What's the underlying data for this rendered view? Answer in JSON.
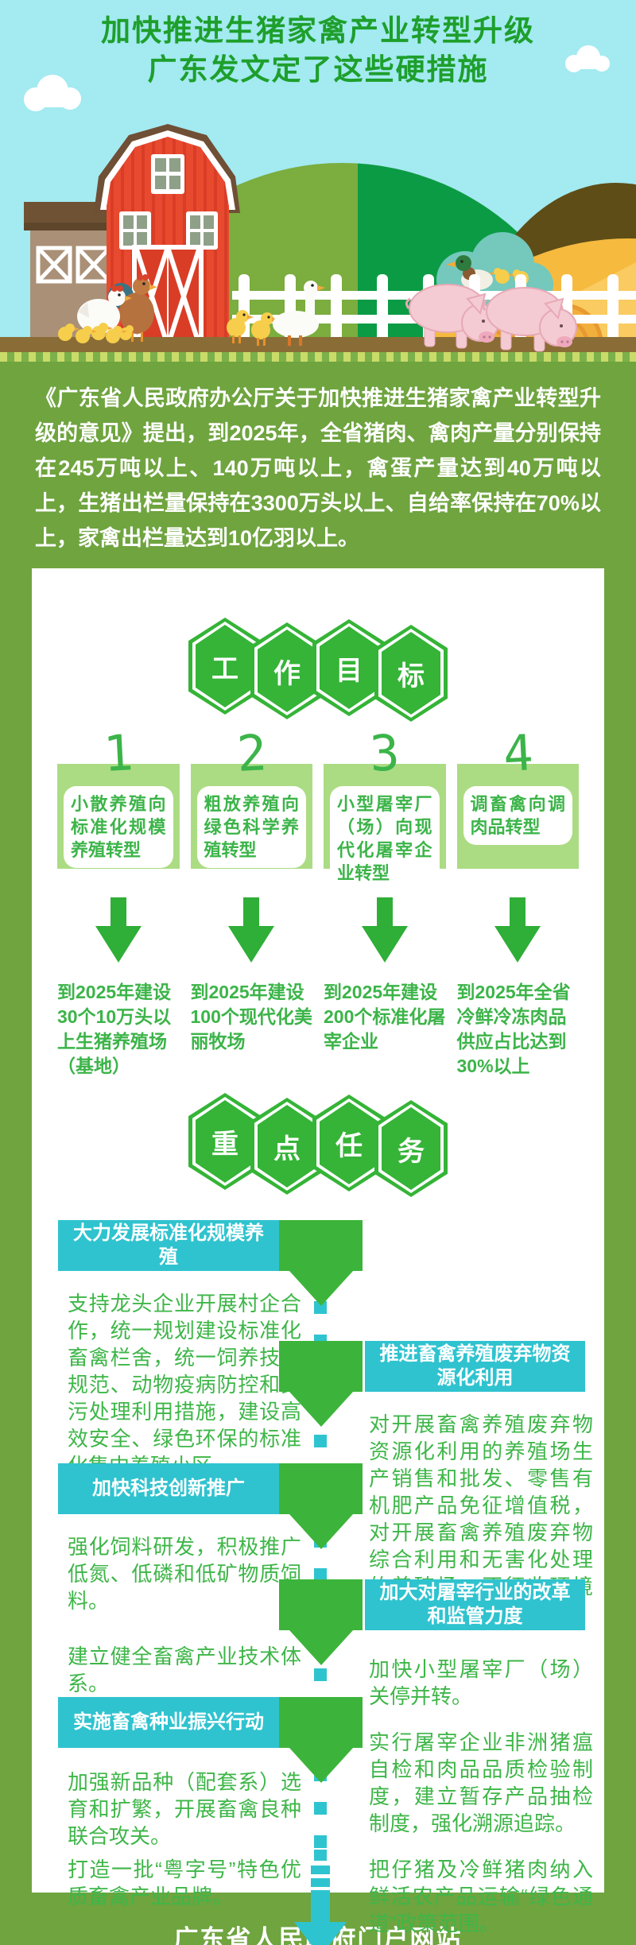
{
  "title": {
    "line1": "加快推进生猪家禽产业转型升级",
    "line2": "广东发文定了这些硬措施"
  },
  "intro": "《广东省人民政府办公厅关于加快推进生猪家禽产业转型升级的意见》提出，到2025年，全省猪肉、禽肉产量分别保持在245万吨以上、140万吨以上，禽蛋产量达到40万吨以上，生猪出栏量保持在3300万头以上、自给率保持在70%以上，家禽出栏量达到10亿羽以上。",
  "section_goals": {
    "chars": [
      "工",
      "作",
      "目",
      "标"
    ]
  },
  "goals": [
    {
      "num": "1",
      "label": "小散养殖向标准化规模养殖转型",
      "result": "到2025年建设30个10万头以上生猪养殖场（基地）"
    },
    {
      "num": "2",
      "label": "粗放养殖向绿色科学养殖转型",
      "result": "到2025年建设100个现代化美丽牧场"
    },
    {
      "num": "3",
      "label": "小型屠宰厂（场）向现代化屠宰企业转型",
      "result": "到2025年建设200个标准化屠宰企业"
    },
    {
      "num": "4",
      "label": "调畜禽向调肉品转型",
      "result": "到2025年全省冷鲜冷冻肉品供应占比达到30%以上"
    }
  ],
  "section_tasks": {
    "chars": [
      "重",
      "点",
      "任",
      "务"
    ]
  },
  "tasks": [
    {
      "side": "left",
      "title": "大力发展标准化规模养殖",
      "paragraphs": [
        "支持龙头企业开展村企合作，统一规划建设标准化畜禽栏舍，统一饲养技术规范、动物疫病防控和粪污处理利用措施，建设高效安全、绿色环保的标准化集中养殖小区。"
      ]
    },
    {
      "side": "right",
      "title": "推进畜禽养殖废弃物资源化利用",
      "paragraphs": [
        "对开展畜禽养殖废弃物资源化利用的养殖场生产销售和批发、零售有机肥产品免征增值税，对开展畜禽养殖废弃物综合利用和无害化处理的养殖场，不征收环境保护税。"
      ]
    },
    {
      "side": "left",
      "title": "加快科技创新推广",
      "paragraphs": [
        "强化饲料研发，积极推广低氮、低磷和低矿物质饲料。",
        "建立健全畜禽产业技术体系。"
      ]
    },
    {
      "side": "right",
      "title": "加大对屠宰行业的改革和监管力度",
      "paragraphs": [
        "加快小型屠宰厂（场）关停并转。",
        "实行屠宰企业非洲猪瘟自检和肉品品质检验制度，建立暂存产品抽检制度，强化溯源追踪。",
        "把仔猪及冷鲜猪肉纳入鲜活农产品运输“绿色通道”政策范围。"
      ]
    },
    {
      "side": "left",
      "title": "实施畜禽种业振兴行动",
      "paragraphs": [
        "加强新品种（配套系）选育和扩繁，开展畜禽良种联合攻关。",
        "打造一批“粤字号”特色优质畜禽产业品牌。"
      ]
    }
  ],
  "footer": "广东省人民政府门户网站",
  "colors": {
    "page_green": "#6FA43F",
    "title_green": "#1E9F2C",
    "hex_green": "#35B437",
    "accent_green": "#3CB449",
    "panel_light_green": "#ABDC83",
    "arrow_green": "#2FAE38",
    "teal": "#2EC4CF",
    "sky_blue": "#A3EAF1",
    "barn_red": "#E84A2F",
    "ground_brown": "#8A6D36",
    "hay_yellow": "#F6BA3E",
    "text_white": "#FFFFFF"
  },
  "scene": {
    "elements": [
      "cloud",
      "red-barn",
      "wooden-shed",
      "green-hills",
      "hay-field",
      "hay-bales",
      "white-fence",
      "duck-pond",
      "mallard-duck",
      "ducklings",
      "hen",
      "rooster",
      "chicks",
      "goose",
      "pigs"
    ]
  }
}
